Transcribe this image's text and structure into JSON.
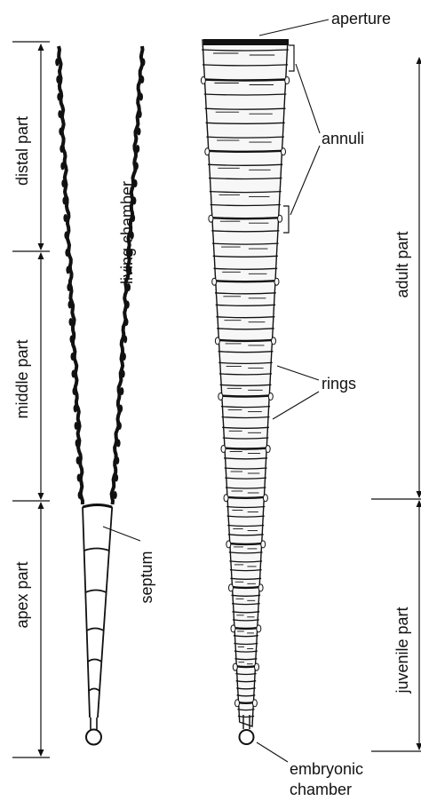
{
  "labels": {
    "aperture": "aperture",
    "annuli": "annuli",
    "rings": "rings",
    "septum": "septum",
    "embryonic_chamber": [
      "embryonic",
      "chamber"
    ],
    "living_chamber": "living chamber",
    "left_parts": [
      "distal part",
      "middle part",
      "apex part"
    ],
    "right_parts": [
      "adult part",
      "juvenile part"
    ]
  }
}
